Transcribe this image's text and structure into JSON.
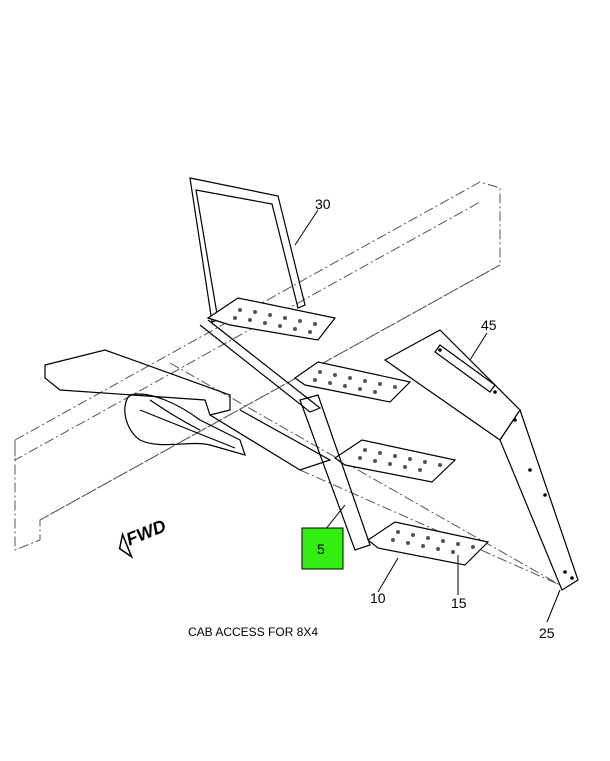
{
  "diagram": {
    "caption": "CAB ACCESS FOR 8X4",
    "direction_marker": "FWD",
    "highlight_color": "#33ee11",
    "callouts": {
      "c30": "30",
      "c45": "45",
      "c5": "5",
      "c10": "10",
      "c15": "15",
      "c25": "25"
    }
  }
}
